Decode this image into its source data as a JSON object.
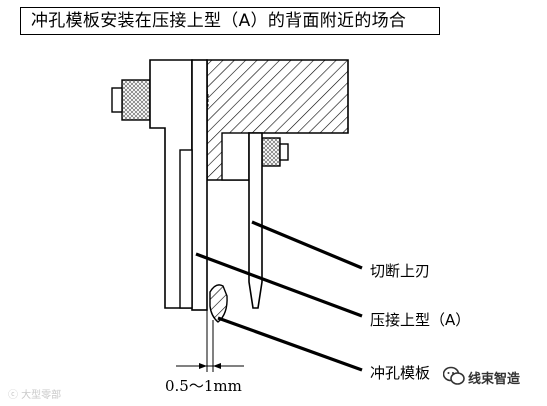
{
  "title": "冲孔模板安装在压接上型（A）的背面附近的场合",
  "labels": {
    "cutter": "切断上刃",
    "crimper": "压接上型（A）",
    "punch_plate": "冲孔模板"
  },
  "dimension": "0.5～1mm",
  "watermarks": {
    "left": "ⓒ 大型零部",
    "right": "线束智造"
  }
}
